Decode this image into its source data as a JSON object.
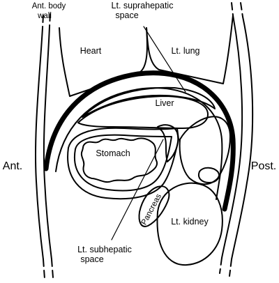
{
  "labels": {
    "ant_body_wall_1": "Ant. body",
    "ant_body_wall_2": "wall",
    "suprahepatic_1": "Lt. suprahepatic",
    "suprahepatic_2": "space",
    "heart": "Heart",
    "lung": "Lt. lung",
    "liver": "Liver",
    "stomach": "Stomach",
    "pancreas": "Pancreas",
    "kidney": "Lt. kidney",
    "subhepatic_1": "Lt. subhepatic",
    "subhepatic_2": "space",
    "ant": "Ant.",
    "post": "Post."
  }
}
